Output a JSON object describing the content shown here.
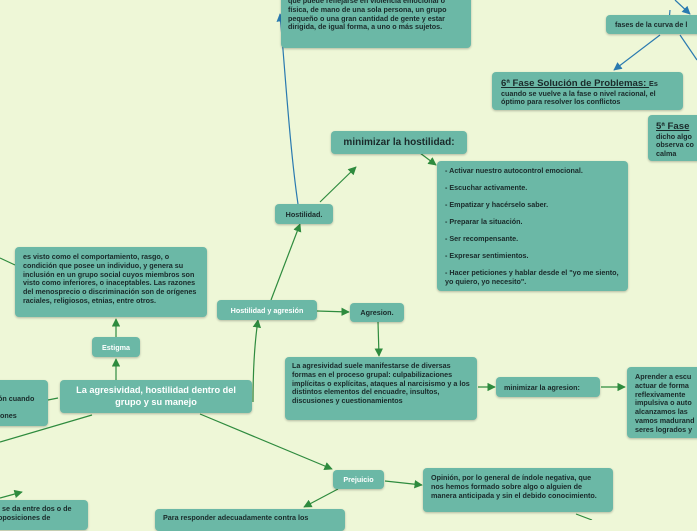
{
  "colors": {
    "background": "#eef7d7",
    "node": "#6bb8a6",
    "edge_green": "#2e8b3e",
    "edge_blue": "#2a7ab0"
  },
  "nodes": {
    "central": "La agresividad, hostilidad dentro del grupo y su manejo",
    "hostilidad_agresion": "Hostilidad y agresión",
    "hostilidad": "Hostilidad.",
    "top_text": "que puede reflejarse en violencia emocional o física, de mano de una sola persona, un grupo pequeño o una gran cantidad de gente y estar dirigida, de igual forma, a uno o más sujetos.",
    "minimizar_hostilidad": "minimizar la hostilidad:",
    "hostilidad_list": [
      "- Activar nuestro autocontrol emocional.",
      "- Escuchar activamente.",
      "- Empatizar y hacérselo saber.",
      "- Preparar la situación.",
      "- Ser recompensante.",
      "- Expresar sentimientos.",
      "- Hacer peticiones y hablar desde el \"yo me siento, yo quiero, yo necesito\"."
    ],
    "fases": "fases de la curva de l",
    "fase6_title": "6ª Fase Solución de Problemas:",
    "fase6_text": "Es cuando se vuelve a la fase o nivel racional, el óptimo para resolver los conflictos",
    "fase5_title": "5ª Fase",
    "fase5_text": "dicho algo observa co calma",
    "estigma": "Estigma",
    "estigma_text": "es visto como el comportamiento, rasgo, o condición que posee un individuo, y genera su inclusión en un grupo social cuyos miembros son visto como inferiores, o inaceptables. Las razones del menosprecio o discriminación son de orígenes raciales, religiosos, etnias, entre otros.",
    "agresion": "Agresion.",
    "agresion_text": "La agresividad suele manifestarse de diversas formas en el proceso grupal: culpabilizaciones implícitas o explícitas, ataques al narcisismo y a los distintos elementos del encuadre, insultos, discusiones y cuestionamientos",
    "minimizar_agresion": "minimizar la agresion:",
    "aprender_text": "Aprender a escu actuar de forma reflexivamente impulsiva o auto alcanzamos las vamos madurand seres logrados y",
    "prejuicio": "Prejuicio",
    "prejuicio_text": "Opinión, por lo general de índole negativa, que nos hemos formado sobre algo o alguien de manera anticipada y sin el debido conocimiento.",
    "responder_text": "Para responder adecuadamente contra los",
    "left_top_text": "ón cuando\n\niones",
    "left_bottom_text": "l se da entre dos o de oposiciones de"
  }
}
